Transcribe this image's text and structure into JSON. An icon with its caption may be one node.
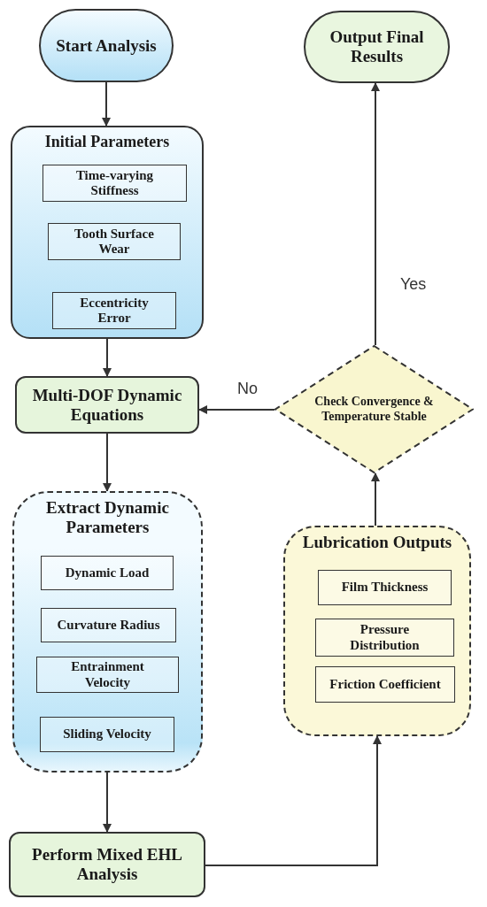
{
  "diagram": {
    "nodes": [
      {
        "text": [
          "Start Analysis"
        ]
      },
      {
        "text": [
          "Initial Parameters"
        ]
      },
      {
        "text": [
          "Time-varying Stiffness"
        ],
        "in": 1
      },
      {
        "text": [
          "Tooth Surface Wear"
        ],
        "in": 1
      },
      {
        "text": [
          "Eccentricity Error"
        ],
        "in": 1
      },
      {
        "text": [
          "Output Final Results"
        ]
      },
      {
        "text": [
          "Multi-DOF Dynamic Equations"
        ]
      },
      {
        "text": [
          "Check Convergence & Temperature Stable"
        ]
      },
      {
        "text": [
          "Extract Dynamic Parameters"
        ]
      },
      {
        "text": [
          "Dynamic Load"
        ],
        "in": 8
      },
      {
        "text": [
          "Curvature Radius"
        ],
        "in": 8
      },
      {
        "text": [
          "Entrainment Velocity"
        ],
        "in": 8
      },
      {
        "text": [
          "Sliding Velocity"
        ],
        "in": 8
      },
      {
        "text": [
          "Lubrication Outputs"
        ]
      },
      {
        "text": [
          "Film Thickness"
        ],
        "in": 13
      },
      {
        "text": [
          "Pressure Distribution"
        ],
        "in": 13
      },
      {
        "text": [
          "Friction Coefficient"
        ],
        "in": 13
      },
      {
        "text": [
          "Perform Mixed EHL Analysis"
        ]
      }
    ],
    "edges": [
      {
        "from": 0,
        "to": 1,
        "arrow": "to"
      },
      {
        "from": 1,
        "to": 6,
        "arrow": "to"
      },
      {
        "from": 6,
        "to": 8,
        "arrow": "to"
      },
      {
        "from": 8,
        "to": 17,
        "arrow": "to"
      },
      {
        "from": 17,
        "to": 13,
        "arrow": "to"
      },
      {
        "from": 13,
        "to": 7,
        "arrow": "to"
      },
      {
        "from": 7,
        "to": 6,
        "label": "No",
        "arrow": "to"
      },
      {
        "from": 7,
        "to": 5,
        "label": "Yes",
        "arrow": "to"
      }
    ]
  }
}
